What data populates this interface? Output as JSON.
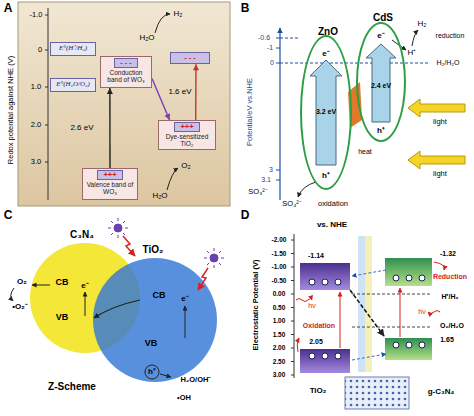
{
  "diagram": {
    "nodes": [
      {
        "text": [
          "E°(H⁺/H₂)"
        ]
      },
      {
        "text": [
          "E°(H₂O/O₂)"
        ]
      },
      {
        "text": [
          "- - -",
          "Conduction band of WO₃"
        ]
      },
      {
        "text": [
          "+++",
          "Valence band of WO₃"
        ]
      },
      {
        "text": [
          "- - -"
        ]
      },
      {
        "text": [
          "+++",
          "Dye-sensitized TiO₂"
        ]
      },
      {
        "text": [
          "ZnO"
        ]
      },
      {
        "text": [
          "CdS"
        ]
      },
      {
        "text": [
          "C₃N₄",
          "CB",
          "VB"
        ]
      },
      {
        "text": [
          "TiO₂",
          "CB",
          "VB"
        ]
      }
    ],
    "edges": [
      {
        "from": 3,
        "to": 2,
        "label": "2.6 eV",
        "arrow": "to"
      },
      {
        "from": 2,
        "to": 5,
        "arrow": "to"
      },
      {
        "from": 5,
        "to": 4,
        "label": "1.6 eV",
        "arrow": "to"
      }
    ],
    "labels": [
      "A",
      "Redox potential against NHE (V)",
      "-1.0",
      "0",
      "1.0",
      "2.0",
      "3.0",
      "H₂",
      "H₂O",
      "O₂",
      "H₂O",
      "B",
      "Potential/eV vs.NHE",
      "-0.6",
      "-1",
      "0",
      "3",
      "3.1",
      "3.2 eV",
      "2.4 eV",
      "e⁻",
      "e⁻",
      "h⁺",
      "h⁺",
      "heat",
      "H₂",
      "reduction",
      "H⁺",
      "H₂/H₂O",
      "light",
      "light",
      "SO₃²⁻",
      "SO₄²⁻",
      "oxidation",
      "C",
      "O₂",
      "•O₂⁻",
      "e⁻",
      "e⁻",
      "h⁺",
      "H₂O/OH⁻",
      "•OH",
      "Z-Scheme",
      "D",
      "vs. NHE",
      "Electrostatic Potential (V)",
      "-2.00",
      "-1.50",
      "-1.00",
      "-0.50",
      "0.00",
      "0.50",
      "1.00",
      "1.50",
      "2.00",
      "2.50",
      "3.00",
      "-1.14",
      "-1.32",
      "2.05",
      "1.65",
      "hν",
      "hν",
      "Reduction",
      "Oxidation",
      "H⁺/H₂",
      "O₂/H₂O",
      "TiO₂",
      "g-C₃N₄"
    ]
  }
}
